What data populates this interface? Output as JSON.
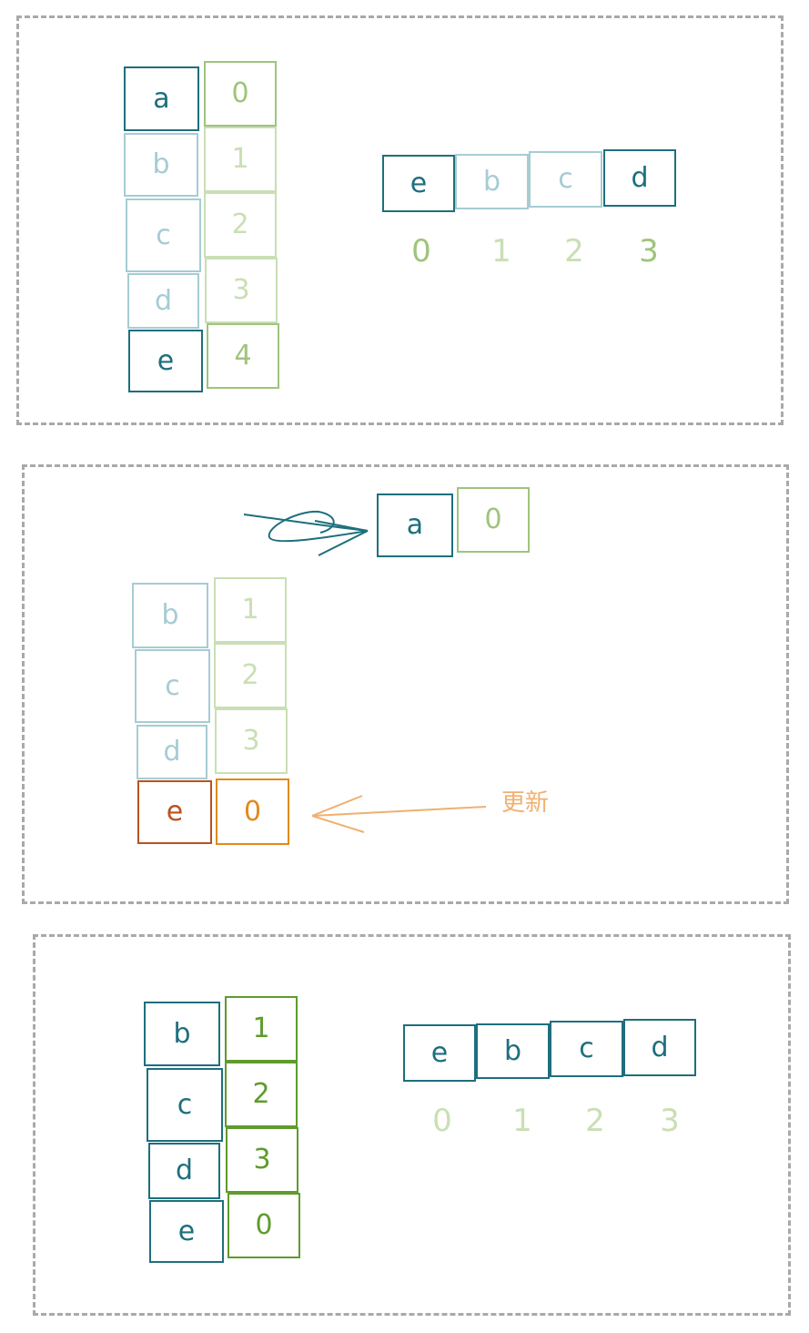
{
  "colors": {
    "key_dark": "#1e6f7d",
    "key_faded": "#a6ccd3",
    "val_dark": "#5f9b2d",
    "val_mid": "#9fc47c",
    "val_faded": "#c9dfb4",
    "update_key": "#b9521f",
    "update_val": "#e08a1e",
    "annotation": "#f0b070",
    "dash": "#a9a9ab"
  },
  "panel1": {
    "keys": [
      "a",
      "b",
      "c",
      "d",
      "e"
    ],
    "values": [
      "0",
      "1",
      "2",
      "3",
      "4"
    ],
    "array": [
      "e",
      "b",
      "c",
      "d"
    ],
    "indices": [
      "0",
      "1",
      "2",
      "3"
    ]
  },
  "panel2": {
    "moved_key": "a",
    "moved_value": "0",
    "keys": [
      "b",
      "c",
      "d",
      "e"
    ],
    "values": [
      "1",
      "2",
      "3",
      "0"
    ],
    "annotation": "更新"
  },
  "panel3": {
    "keys": [
      "b",
      "c",
      "d",
      "e"
    ],
    "values": [
      "1",
      "2",
      "3",
      "0"
    ],
    "array": [
      "e",
      "b",
      "c",
      "d"
    ],
    "indices": [
      "0",
      "1",
      "2",
      "3"
    ]
  }
}
